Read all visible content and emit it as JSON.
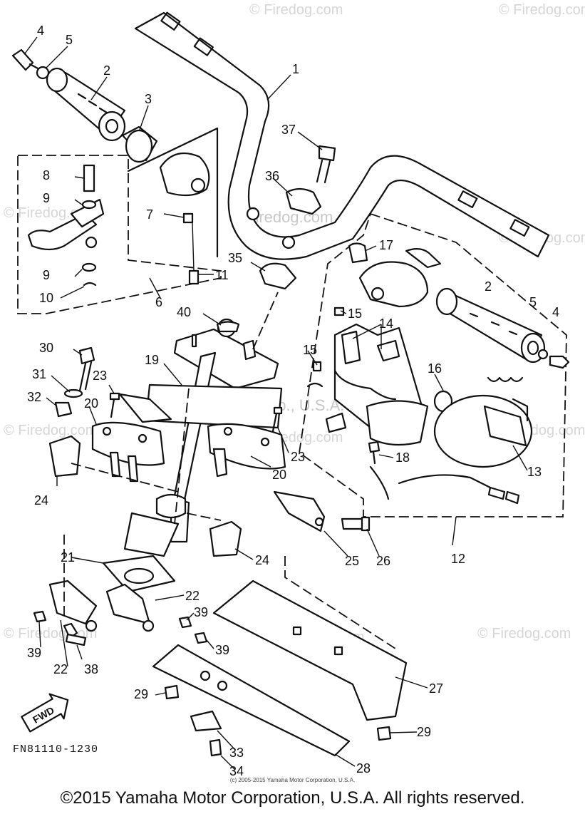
{
  "watermark": {
    "brand": "Firedog.com",
    "brand_c": "© Firedog.com",
    "maker": "Yamaha Motor Corp., U.S.A."
  },
  "arrow_label": "FWD",
  "diagram_code": "FN81110-1230",
  "small_copyright": "(c) 2005-2015 Yamaha Motor Corporation, U.S.A.",
  "footer_copyright": "©2015 Yamaha Motor Corporation, U.S.A. All rights reserved.",
  "callouts": {
    "c1": "1",
    "c2a": "2",
    "c2b": "2",
    "c3": "3",
    "c4a": "4",
    "c4b": "4",
    "c5a": "5",
    "c5b": "5",
    "c6": "6",
    "c7": "7",
    "c8": "8",
    "c9a": "9",
    "c9b": "9",
    "c10": "10",
    "c11": "11",
    "c12": "12",
    "c13": "13",
    "c14": "14",
    "c15a": "15",
    "c15b": "15",
    "c16": "16",
    "c17": "17",
    "c18": "18",
    "c19": "19",
    "c20a": "20",
    "c20b": "20",
    "c21": "21",
    "c22a": "22",
    "c22b": "22",
    "c23a": "23",
    "c23b": "23",
    "c24a": "24",
    "c24b": "24",
    "c25": "25",
    "c26": "26",
    "c27": "27",
    "c28": "28",
    "c29a": "29",
    "c29b": "29",
    "c30": "30",
    "c31": "31",
    "c32": "32",
    "c33": "33",
    "c34": "34",
    "c35": "35",
    "c36": "36",
    "c37": "37",
    "c38": "38",
    "c39a": "39",
    "c39b": "39",
    "c39c": "39",
    "c40": "40"
  }
}
